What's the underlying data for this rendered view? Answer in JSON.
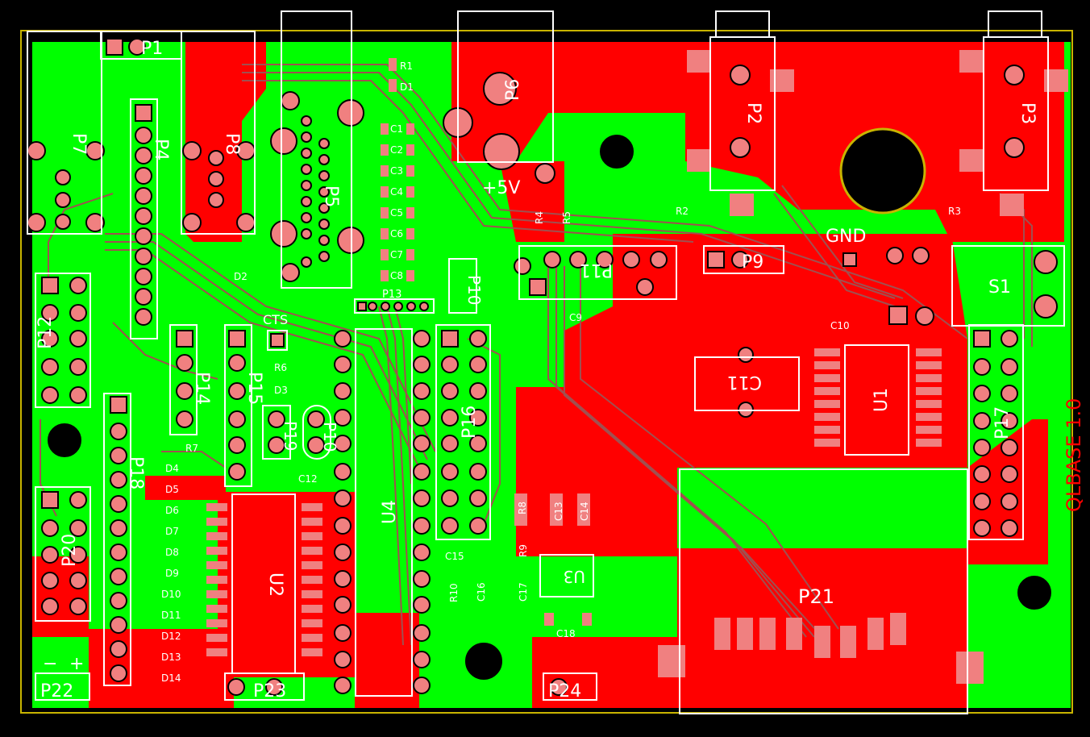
{
  "board_label": "QLBASE 1.0",
  "colors": {
    "background": "#000000",
    "top_copper": "#ff0000",
    "bottom_copper": "#00ff00",
    "pad": "#f08080",
    "silkscreen": "#ffffff",
    "outline": "#c8b400",
    "trace": "#a05050"
  },
  "labels": {
    "p1": "P1",
    "p2": "P2",
    "p3": "P3",
    "p4": "P4",
    "p5": "P5",
    "p6": "P6",
    "p7": "P7",
    "p8": "P8",
    "p9": "P9",
    "p10": "P10",
    "p11": "P11",
    "p12": "P12",
    "p13": "P13",
    "p14": "P14",
    "p15": "P15",
    "p16": "P16",
    "p17": "P17",
    "p18": "P18",
    "p19": "P19",
    "p20": "P20",
    "p21": "P21",
    "p22": "P22",
    "p23": "P23",
    "p24": "P24",
    "u1": "U1",
    "u2": "U2",
    "u3": "U3",
    "u4": "U4",
    "s1": "S1",
    "c11": "C11",
    "plus5v": "+5V",
    "gnd": "GND",
    "cts": "CTS",
    "r1": "R1",
    "r2": "R2",
    "r3": "R3",
    "r4": "R4",
    "r5": "R5",
    "r6": "R6",
    "r7": "R7",
    "r8": "R8",
    "r9": "R9",
    "r10": "R10",
    "d1": "D1",
    "d2": "D2",
    "d3": "D3",
    "d4": "D4",
    "d5": "D5",
    "d6": "D6",
    "d7": "D7",
    "d8": "D8",
    "d9": "D9",
    "d10": "D10",
    "d11": "D11",
    "d12": "D12",
    "d13": "D13",
    "d14": "D14",
    "c1": "C1",
    "c2": "C2",
    "c3": "C3",
    "c4": "C4",
    "c5": "C5",
    "c6": "C6",
    "c7": "C7",
    "c8": "C8",
    "c9": "C9",
    "c10": "C10",
    "c12": "C12",
    "c13": "C13",
    "c14": "C14",
    "c15": "C15",
    "c16": "C16",
    "c17": "C17",
    "c18": "C18",
    "minus": "−",
    "plus": "+"
  }
}
